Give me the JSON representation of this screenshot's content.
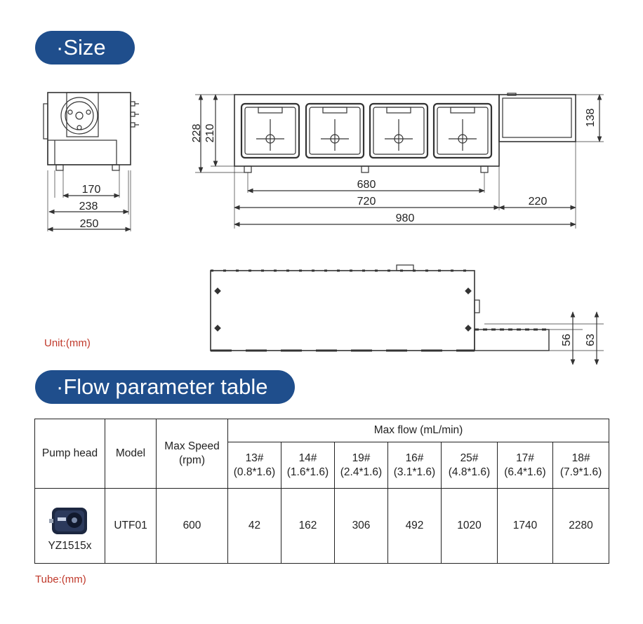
{
  "sections": {
    "size_title": "·Size",
    "flow_title": "·Flow parameter table"
  },
  "dimensions": {
    "side_view": {
      "d170": "170",
      "d238": "238",
      "d250": "250"
    },
    "front_view": {
      "h228": "228",
      "h210": "210",
      "h138": "138",
      "d680": "680",
      "d720": "720",
      "d220": "220",
      "d980": "980"
    },
    "top_view": {
      "h56": "56",
      "h63": "63"
    },
    "unit_note": "Unit:(mm)"
  },
  "table": {
    "headers": {
      "pump_head": "Pump head",
      "model": "Model",
      "max_speed": "Max Speed (rpm)",
      "max_flow": "Max flow (mL/min)"
    },
    "tubes": [
      {
        "name": "13#",
        "size": "(0.8*1.6)"
      },
      {
        "name": "14#",
        "size": "(1.6*1.6)"
      },
      {
        "name": "19#",
        "size": "(2.4*1.6)"
      },
      {
        "name": "16#",
        "size": "(3.1*1.6)"
      },
      {
        "name": "25#",
        "size": "(4.8*1.6)"
      },
      {
        "name": "17#",
        "size": "(6.4*1.6)"
      },
      {
        "name": "18#",
        "size": "(7.9*1.6)"
      }
    ],
    "row": {
      "pump_head": "YZ1515x",
      "model": "UTF01",
      "max_speed": "600",
      "flows": [
        "42",
        "162",
        "306",
        "492",
        "1020",
        "1740",
        "2280"
      ]
    },
    "tube_note": "Tube:(mm)"
  }
}
